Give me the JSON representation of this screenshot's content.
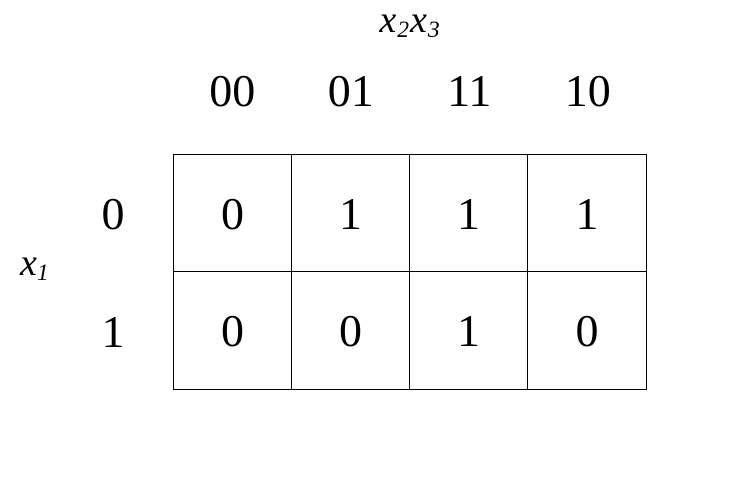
{
  "figure": {
    "type": "karnaugh-map",
    "top_axis_label": {
      "var1_base": "x",
      "var1_sub": "2",
      "var2_base": "x",
      "var2_sub": "3"
    },
    "left_axis_label": {
      "base": "x",
      "sub": "1"
    },
    "col_headers": [
      "00",
      "01",
      "11",
      "10"
    ],
    "row_headers": [
      "0",
      "1"
    ],
    "rows": [
      {
        "cells": [
          "0",
          "1",
          "1",
          "1"
        ]
      },
      {
        "cells": [
          "0",
          "0",
          "1",
          "0"
        ]
      }
    ]
  },
  "colors": {
    "background": "#ffffff",
    "text": "#000000",
    "grid_border": "#000000"
  }
}
